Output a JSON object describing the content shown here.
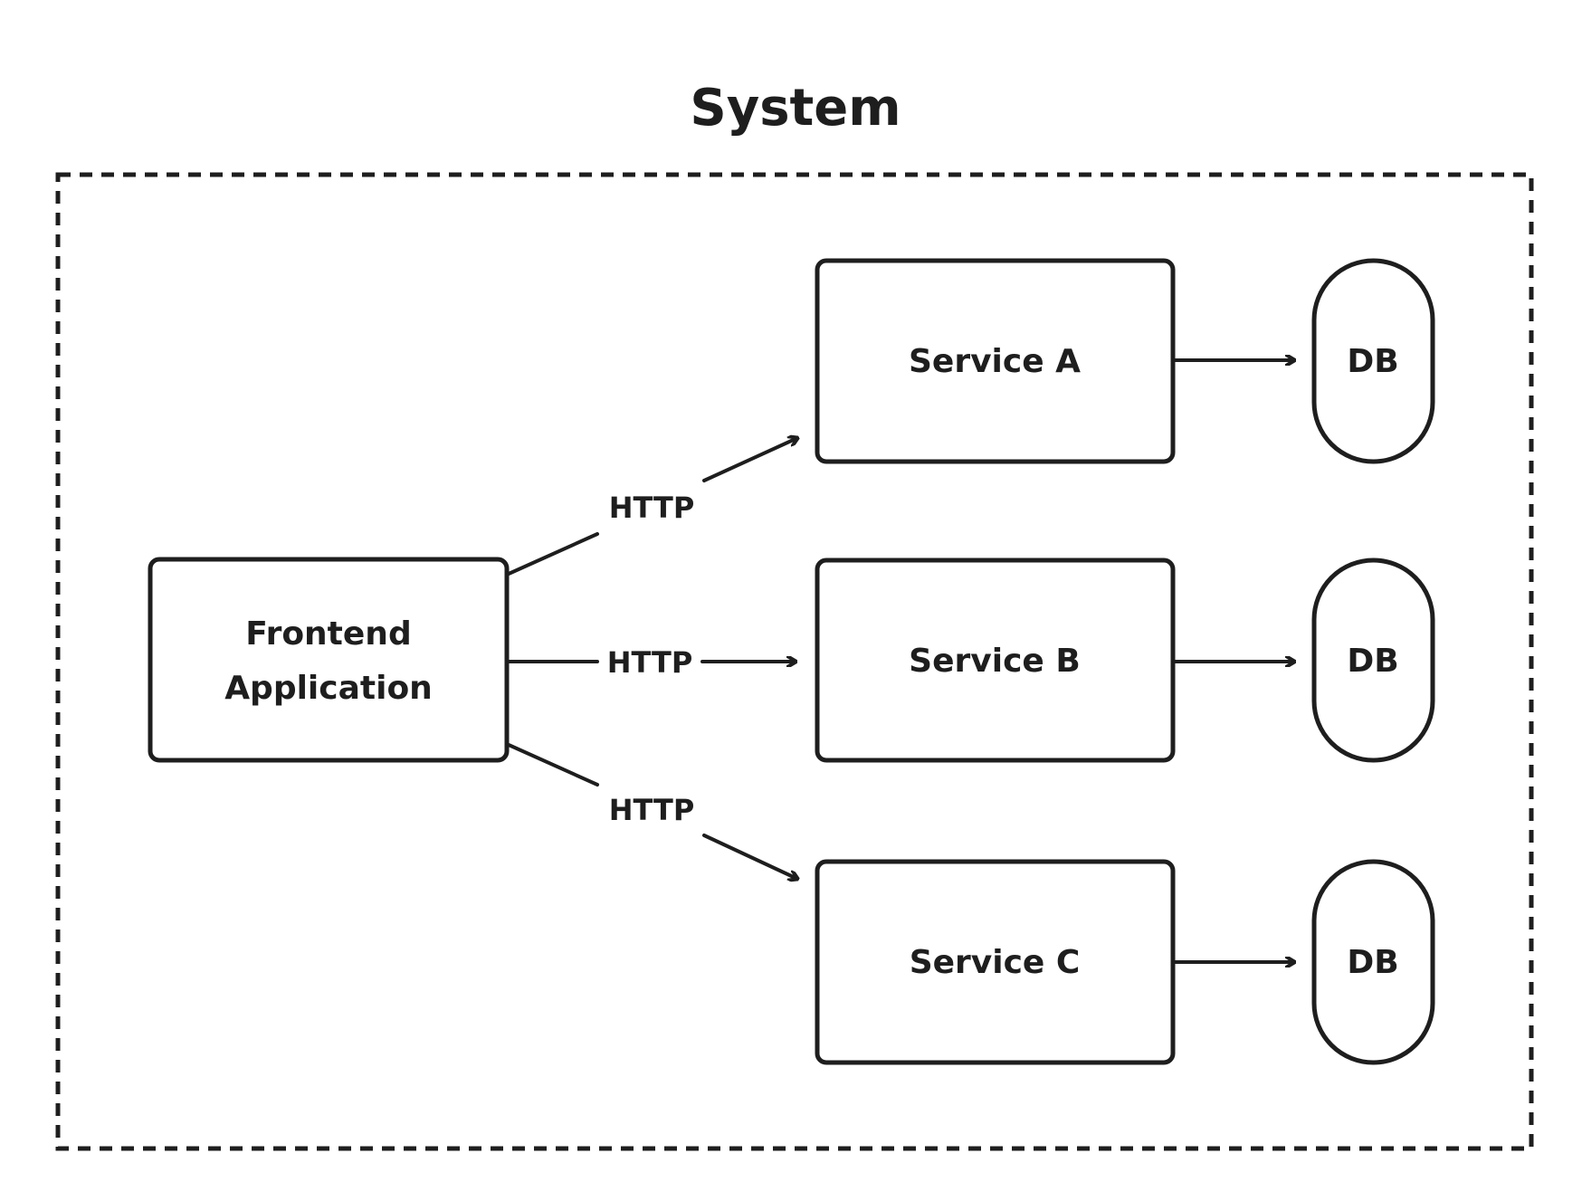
{
  "title": "System",
  "frontend": {
    "line1": "Frontend",
    "line2": "Application"
  },
  "services": [
    {
      "label": "Service A",
      "db": "DB",
      "edge": "HTTP"
    },
    {
      "label": "Service B",
      "db": "DB",
      "edge": "HTTP"
    },
    {
      "label": "Service C",
      "db": "DB",
      "edge": "HTTP"
    }
  ],
  "colors": {
    "stroke": "#1e1e1e",
    "background": "#ffffff"
  }
}
